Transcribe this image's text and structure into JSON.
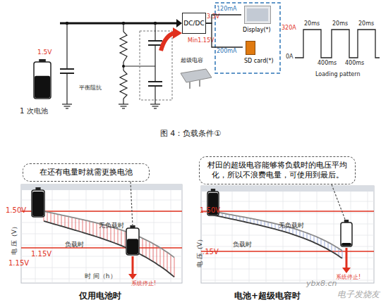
{
  "diagram": {
    "caption": "图 4：负载条件①",
    "nodes": [
      {
        "text": [
          "DC/DC"
        ]
      },
      {
        "text": [
          "Display(*)"
        ]
      },
      {
        "text": [
          "SD card(*)"
        ]
      },
      {
        "text": [
          "在还有电量时就需更换电池"
        ]
      },
      {
        "text": [
          "村田的超级电容能够将负载时的电压平均化，所以不浪费电量，可使用到最后。"
        ]
      }
    ],
    "edges": [
      {
        "from": 0,
        "to": 1,
        "label": "120mA",
        "arrow": "none"
      },
      {
        "from": 0,
        "to": 2,
        "label": "200mA",
        "arrow": "none"
      }
    ],
    "labels": [
      "1.5V",
      "1 次电池",
      "平衡阻抗",
      "超级电容",
      "3.3V",
      "Min1.15V",
      "320A",
      "0A",
      "20ms",
      "20ms",
      "20ms",
      "400ms",
      "400ms",
      "Loading pattern",
      "1.50V",
      "1.15V",
      "1.15V",
      "无负载时",
      "负载时",
      "系统停止!",
      "电 压（V）",
      "时 间（h）",
      "仅用电池时",
      "1.50V",
      ".15V",
      "无负载时",
      "负载时",
      "系统停止!",
      "电 压（V）",
      "电池+超级电容时",
      "ybx8.cn",
      "电子发烧友"
    ]
  }
}
